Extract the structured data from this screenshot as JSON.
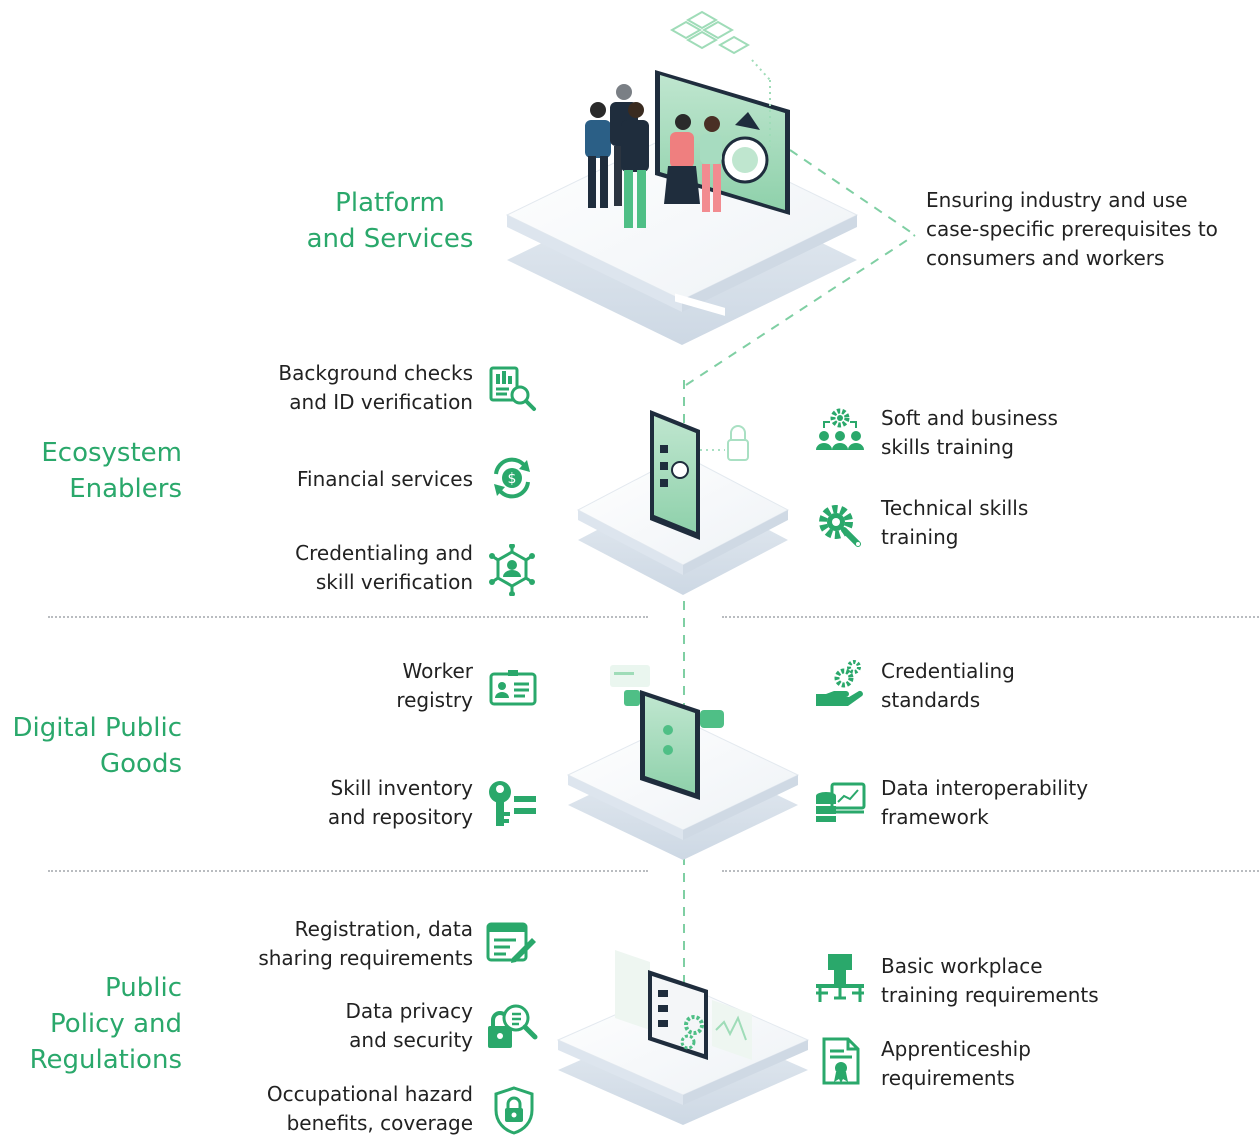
{
  "colors": {
    "accent": "#2aa86b",
    "dark": "#1f2d3d",
    "platform_top": "#f6f8fa",
    "platform_edge": "#dfe6ee"
  },
  "layers": {
    "platform": {
      "title_lines": [
        "Platform",
        "and Services"
      ],
      "note_lines": [
        "Ensuring industry and use",
        "case-specific prerequisites to",
        "consumers and workers"
      ]
    },
    "ecosystem": {
      "title_lines": [
        "Ecosystem",
        "Enablers"
      ],
      "left": [
        {
          "lines": [
            "Background checks",
            "and ID verification"
          ],
          "icon": "document-search-icon"
        },
        {
          "lines": [
            "Financial services"
          ],
          "icon": "dollar-cycle-icon"
        },
        {
          "lines": [
            "Credentialing and",
            "skill verification"
          ],
          "icon": "badge-network-icon"
        }
      ],
      "right": [
        {
          "lines": [
            "Soft and business",
            "skills training"
          ],
          "icon": "team-gear-icon"
        },
        {
          "lines": [
            "Technical skills",
            "training"
          ],
          "icon": "gear-wrench-icon"
        }
      ]
    },
    "digital": {
      "title_lines": [
        "Digital Public",
        "Goods"
      ],
      "left": [
        {
          "lines": [
            "Worker",
            "registry"
          ],
          "icon": "id-card-icon"
        },
        {
          "lines": [
            "Skill inventory",
            "and repository"
          ],
          "icon": "key-list-icon"
        }
      ],
      "right": [
        {
          "lines": [
            "Credentialing",
            "standards"
          ],
          "icon": "hand-gears-icon"
        },
        {
          "lines": [
            "Data interoperability",
            "framework"
          ],
          "icon": "database-screen-icon"
        }
      ]
    },
    "policy": {
      "title_lines": [
        "Public",
        "Policy and",
        "Regulations"
      ],
      "left": [
        {
          "lines": [
            "Registration, data",
            "sharing requirements"
          ],
          "icon": "form-edit-icon"
        },
        {
          "lines": [
            "Data privacy",
            "and security"
          ],
          "icon": "lock-search-icon"
        },
        {
          "lines": [
            "Occupational hazard",
            "benefits, coverage"
          ],
          "icon": "shield-lock-icon"
        }
      ],
      "right": [
        {
          "lines": [
            "Basic workplace",
            "training requirements"
          ],
          "icon": "workstation-icon"
        },
        {
          "lines": [
            "Apprenticeship",
            "requirements"
          ],
          "icon": "certificate-icon"
        }
      ]
    }
  }
}
